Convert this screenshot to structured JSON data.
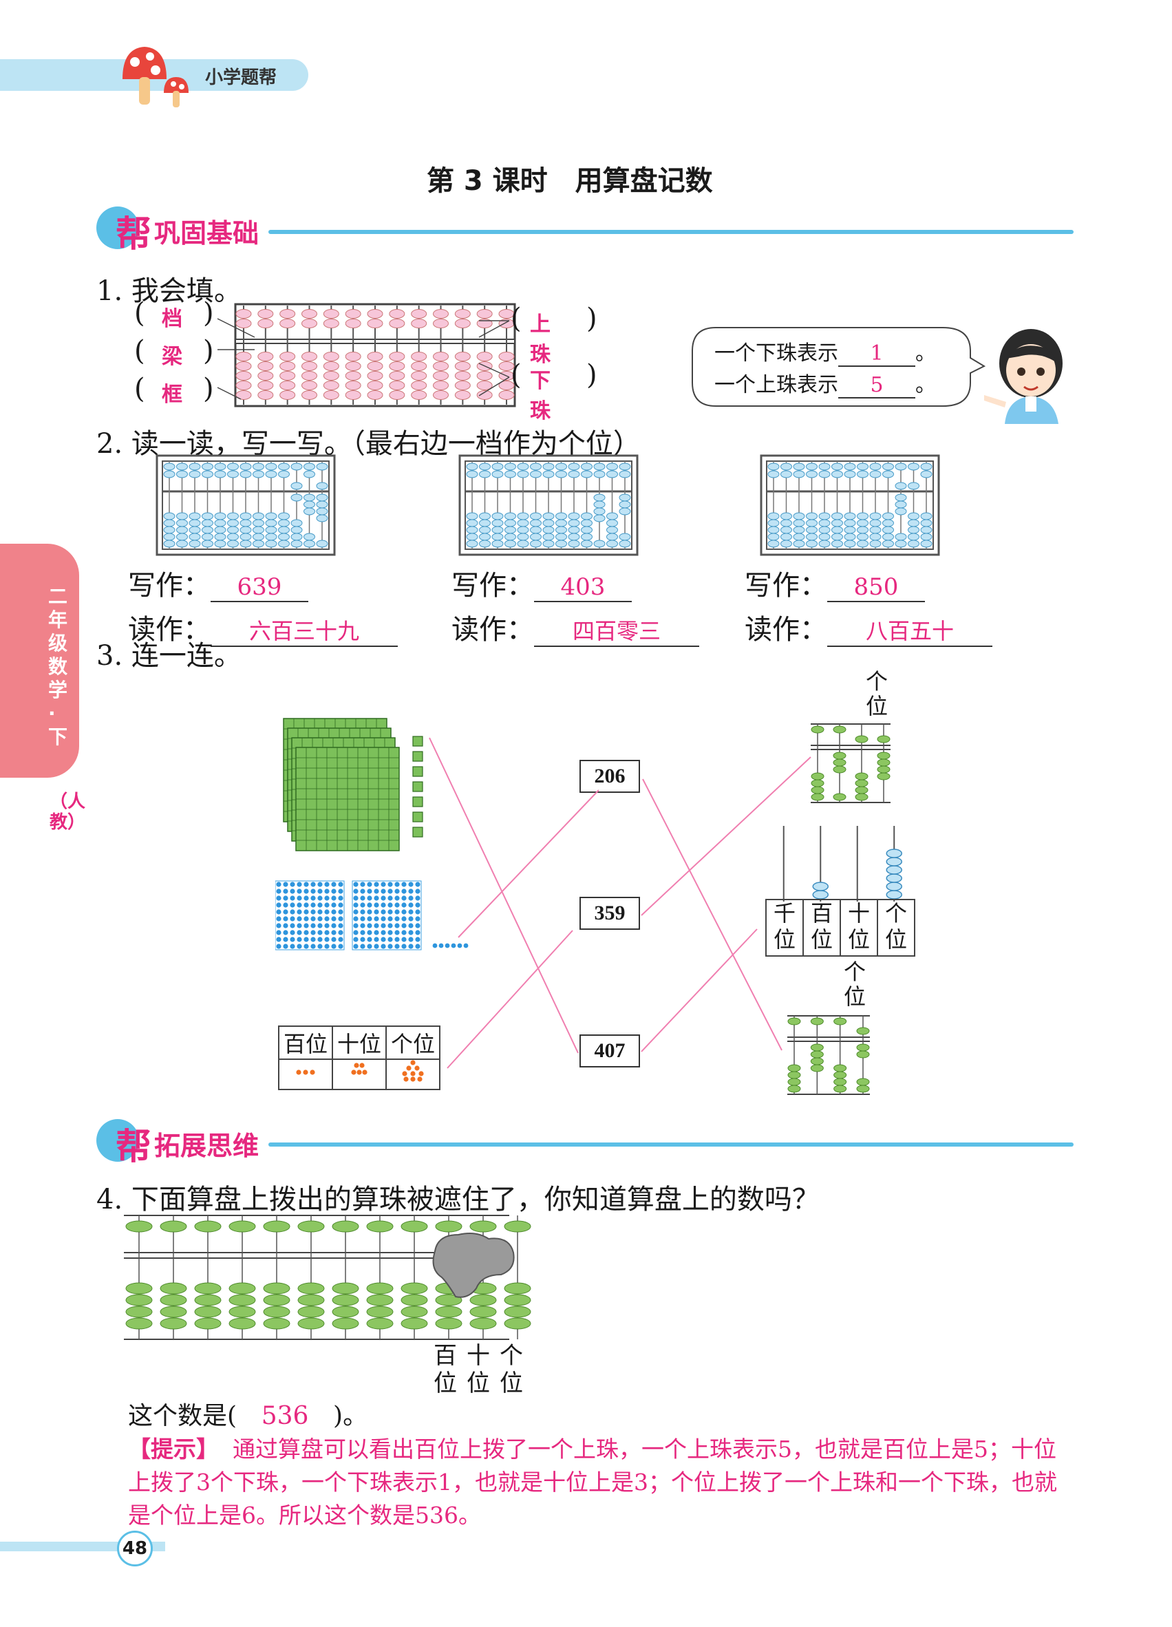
{
  "header": {
    "brand": "小学题帮"
  },
  "lesson_title": "第 3 课时　用算盘记数",
  "sections": {
    "basic": "巩固基础",
    "extend": "拓展思维",
    "bang": "帮"
  },
  "side_tab": {
    "grade": "二年级数学·下",
    "edition": "（人教）"
  },
  "q1": {
    "prompt": "1. 我会填。",
    "labels_left": [
      "档",
      "梁",
      "框"
    ],
    "labels_right": [
      "上珠",
      "下珠"
    ],
    "bubble": {
      "line1_prefix": "一个下珠表示",
      "line1_answer": "1",
      "line2_prefix": "一个上珠表示",
      "line2_answer": "5",
      "end_mark": "。"
    }
  },
  "q2": {
    "prompt": "2. 读一读，写一写。（最右边一档作为个位）",
    "write_label": "写作：",
    "read_label": "读作：",
    "items": [
      {
        "write": "639",
        "read": "六百三十九"
      },
      {
        "write": "403",
        "read": "四百零三"
      },
      {
        "write": "850",
        "read": "八百五十"
      }
    ]
  },
  "q3": {
    "prompt": "3. 连一连。",
    "numbers": [
      "206",
      "359",
      "407"
    ],
    "place_table_headers": [
      "百位",
      "十位",
      "个位"
    ],
    "place_chart_labels": [
      "千位",
      "百位",
      "十位",
      "个位"
    ],
    "abacus_unit_label": "个位"
  },
  "q4": {
    "prompt": "4. 下面算盘上拨出的算珠被遮住了，你知道算盘上的数吗？",
    "place_labels": [
      "百位",
      "十位",
      "个位"
    ],
    "answer_prefix": "这个数是(",
    "answer": "536",
    "answer_suffix": ")。",
    "hint_label": "【提示】",
    "hint_text": "通过算盘可以看出百位上拨了一个上珠，一个上珠表示5，也就是百位上是5；十位上拨了3个下珠，一个下珠表示1，也就是十位上是3；个位上拨了一个上珠和一个下珠，也就是个位上是6。所以这个数是536。"
  },
  "page_number": "48",
  "colors": {
    "pink": "#e6287f",
    "blue": "#5bbfe6",
    "green": "#8cc661",
    "abacus_blue": "#bfe3f5",
    "abacus_pink": "#f7c6d9",
    "orange": "#f07020"
  }
}
